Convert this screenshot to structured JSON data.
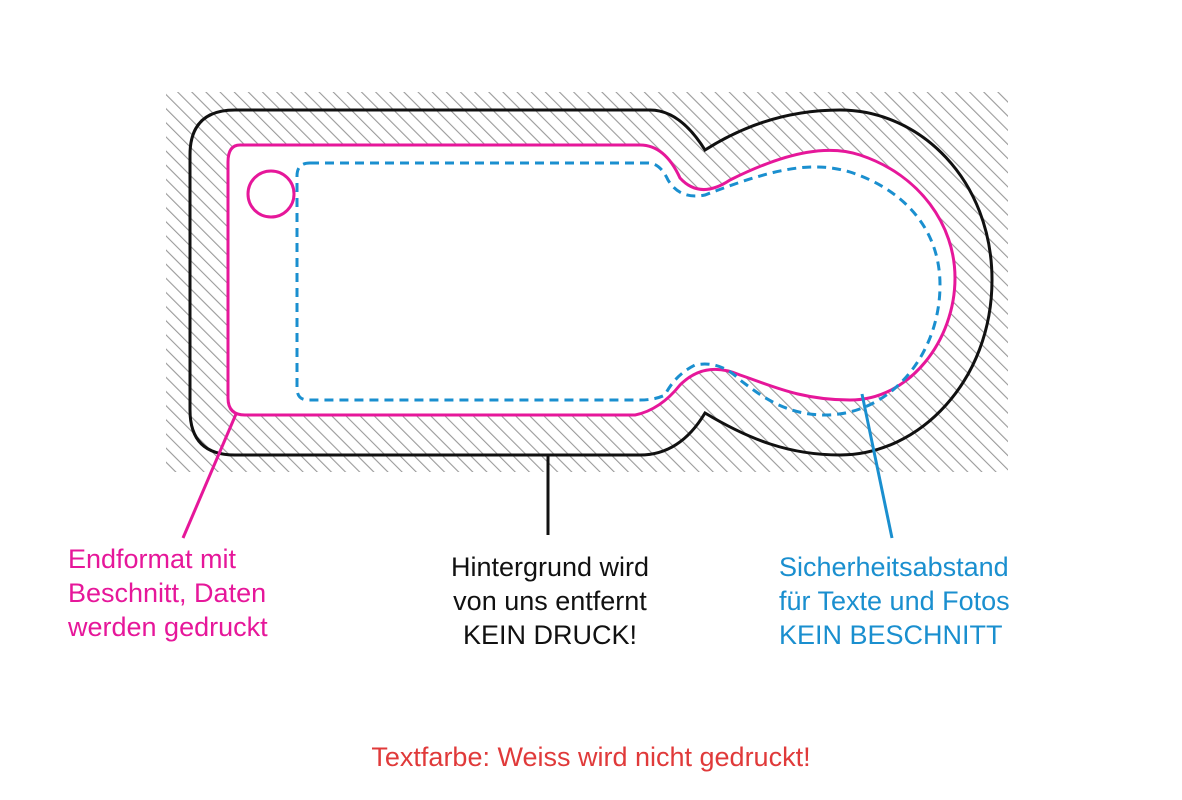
{
  "colors": {
    "background_outline": "#111111",
    "bleed": "#e6179a",
    "safety": "#1a8fcf",
    "warning": "#e03a3a",
    "hatch": "#9a9a9a"
  },
  "labels": {
    "bleed": {
      "lines": [
        "Endformat mit",
        "Beschnitt, Daten",
        "werden gedruckt"
      ]
    },
    "background": {
      "lines": [
        "Hintergrund wird",
        "von uns entfernt",
        "KEIN DRUCK!"
      ]
    },
    "safety": {
      "lines": [
        "Sicherheitsabstand",
        "für Texte und Fotos",
        "KEIN BESCHNITT"
      ]
    }
  },
  "footer": {
    "note": "Textfarbe: Weiss wird nicht gedruckt!"
  }
}
